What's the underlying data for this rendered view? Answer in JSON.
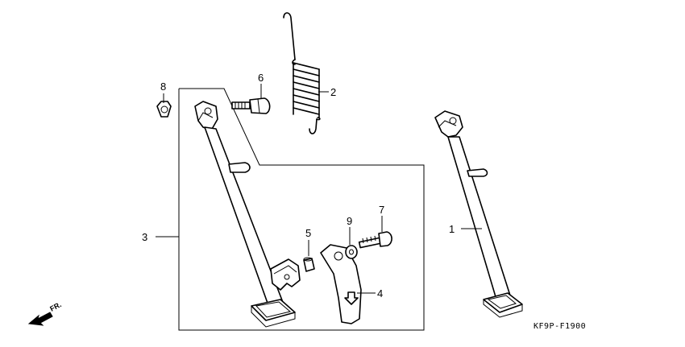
{
  "diagram": {
    "drawing_code": "KF9P-F1900",
    "direction_label": "FR.",
    "callouts": [
      {
        "id": "c1",
        "label": "1"
      },
      {
        "id": "c2",
        "label": "2"
      },
      {
        "id": "c3",
        "label": "3"
      },
      {
        "id": "c4",
        "label": "4"
      },
      {
        "id": "c5",
        "label": "5"
      },
      {
        "id": "c6",
        "label": "6"
      },
      {
        "id": "c7",
        "label": "7"
      },
      {
        "id": "c8",
        "label": "8"
      },
      {
        "id": "c9",
        "label": "9"
      }
    ]
  }
}
